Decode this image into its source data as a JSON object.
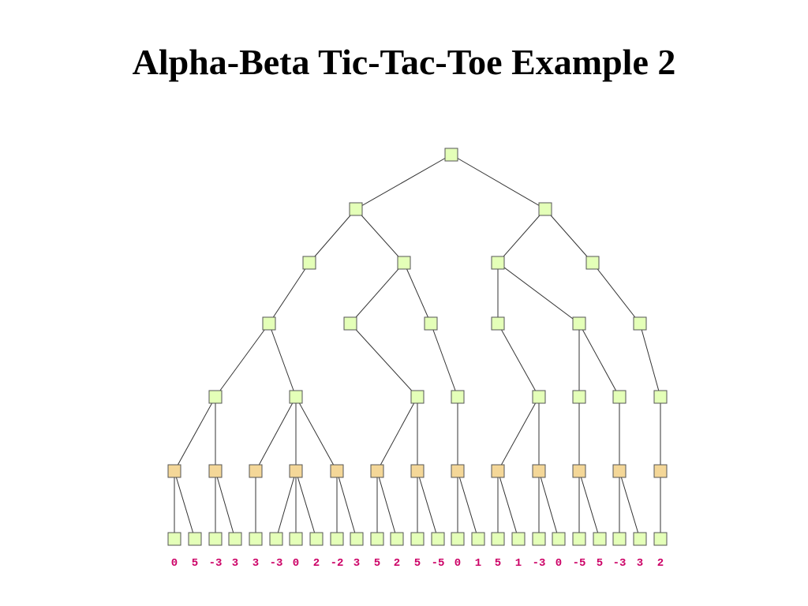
{
  "slide": {
    "title": "Alpha-Beta Tic-Tac-Toe Example 2"
  },
  "colors": {
    "max_node": "#e4ffb8",
    "min_node": "#f4d798",
    "leaf_value": "#cc0066",
    "edge": "#333333"
  },
  "tree": {
    "levels": 7,
    "root": 0,
    "edges": [
      [
        0,
        1
      ],
      [
        0,
        2
      ],
      [
        1,
        3
      ],
      [
        1,
        4
      ],
      [
        2,
        5
      ],
      [
        2,
        6
      ],
      [
        3,
        7
      ],
      [
        4,
        8
      ],
      [
        4,
        9
      ],
      [
        5,
        10
      ],
      [
        5,
        11
      ],
      [
        6,
        12
      ],
      [
        7,
        13
      ],
      [
        7,
        14
      ],
      [
        8,
        15
      ],
      [
        9,
        16
      ],
      [
        10,
        17
      ],
      [
        11,
        18
      ],
      [
        11,
        19
      ],
      [
        12,
        20
      ],
      [
        13,
        21
      ],
      [
        14,
        22
      ],
      [
        14,
        23
      ],
      [
        14,
        24
      ],
      [
        15,
        25
      ],
      [
        16,
        26
      ],
      [
        17,
        27
      ],
      [
        18,
        28
      ],
      [
        19,
        29
      ],
      [
        20,
        30
      ],
      [
        21,
        31
      ],
      [
        21,
        32
      ],
      [
        22,
        33
      ],
      [
        22,
        34
      ],
      [
        23,
        35
      ],
      [
        24,
        36
      ],
      [
        24,
        37
      ],
      [
        24,
        38
      ],
      [
        25,
        39
      ],
      [
        25,
        40
      ],
      [
        26,
        41
      ],
      [
        26,
        42
      ],
      [
        27,
        43
      ],
      [
        27,
        44
      ],
      [
        28,
        45
      ],
      [
        28,
        46
      ],
      [
        29,
        47
      ],
      [
        29,
        48
      ],
      [
        30,
        49
      ],
      [
        30,
        50
      ]
    ]
  },
  "leaf_values": [
    "0",
    "5",
    "-3",
    "3",
    "3",
    "-3",
    "0",
    "2",
    "-2",
    "3",
    "5",
    "2",
    "5",
    "-5",
    "0",
    "1",
    "5",
    "1",
    "-3",
    "0",
    "-5",
    "5",
    "-3",
    "3",
    "2"
  ]
}
